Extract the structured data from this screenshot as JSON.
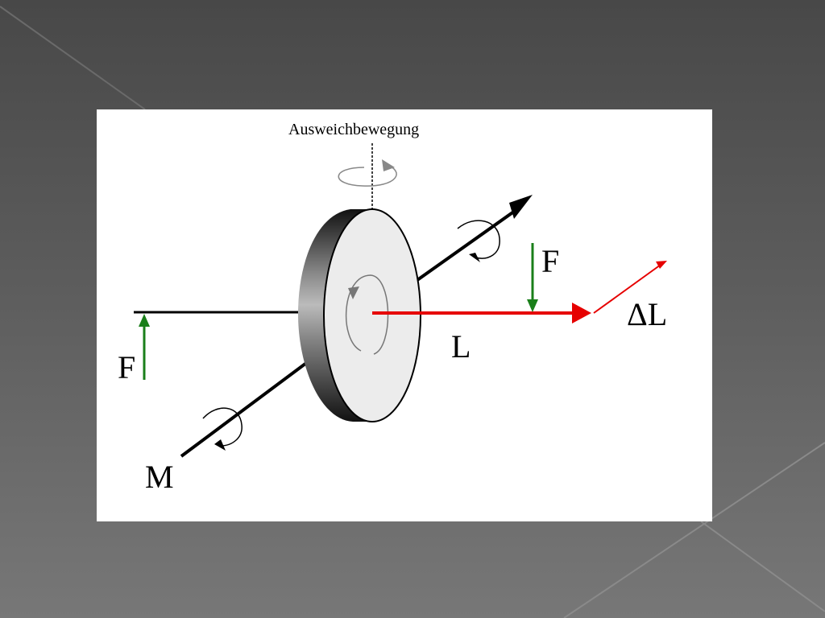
{
  "diagram": {
    "top_axis_label": "Ausweichbewegung",
    "force_label_right": "F",
    "force_label_left": "F",
    "angular_momentum_label": "L",
    "delta_l_label": "ΔL",
    "torque_label": "M"
  },
  "colors": {
    "background_top": "#484848",
    "background_bottom": "#777777",
    "panel": "#ffffff",
    "force": "#1a7f1a",
    "angular_momentum": "#e60000",
    "axis": "#000000",
    "rotation_hint": "#888888",
    "disc_face": "#ececec"
  }
}
